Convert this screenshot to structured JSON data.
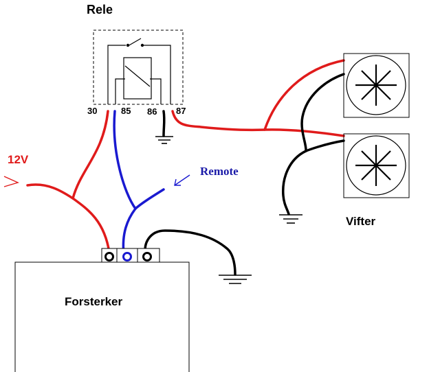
{
  "relay": {
    "title": "Rele",
    "pins": [
      "30",
      "85",
      "86",
      "87"
    ]
  },
  "labels": {
    "supply": "12V",
    "remote": "Remote",
    "fans": "Vifter",
    "amplifier": "Forsterker"
  },
  "colors": {
    "positive_wire": "#e01b1b",
    "remote_wire": "#1a1ad0",
    "ground_wire": "#000000",
    "remote_text": "#1a1aa8"
  }
}
